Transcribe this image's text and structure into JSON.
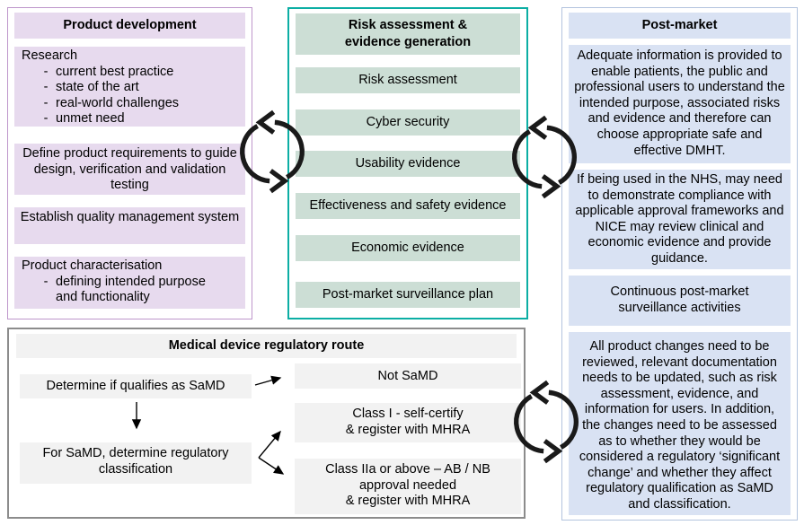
{
  "colors": {
    "product_border": "#BE96CB",
    "product_fill": "#E7DAEE",
    "risk_border": "#0CAEA4",
    "risk_fill": "#CCDED5",
    "post_border": "#B3C4DE",
    "post_fill": "#D9E2F3",
    "route_border": "#8C8C8C",
    "route_fill": "#F2F2F2",
    "ink": "#000000"
  },
  "glyphs": {
    "bullet_dash": "-"
  },
  "product_development": {
    "title": "Product development",
    "research": {
      "lead": "Research",
      "bullets": [
        "current best practice",
        "state of the art",
        "real-world challenges",
        "unmet need"
      ]
    },
    "boxes": [
      "Define product requirements to guide design, verification and validation testing",
      "Establish quality management system"
    ],
    "characterisation": {
      "lead": "Product characterisation",
      "bullets": [
        "defining intended purpose and functionality"
      ]
    }
  },
  "risk_assessment": {
    "title": [
      "Risk assessment &",
      "evidence generation"
    ],
    "boxes": [
      "Risk assessment",
      "Cyber security",
      "Usability evidence",
      "Effectiveness and safety evidence",
      "Economic evidence",
      "Post-market surveillance plan"
    ]
  },
  "post_market": {
    "title": "Post-market",
    "boxes": [
      "Adequate information is provided to enable patients, the public and professional users to understand the intended purpose, associated risks and evidence and therefore can choose appropriate safe and effective DMHT.",
      "If being used in the NHS, may need to demonstrate compliance with applicable approval frameworks and NICE may review clinical and economic evidence and provide guidance.",
      "Continuous post-market surveillance activities",
      "All product changes need to be reviewed, relevant documentation needs to be updated, such as risk assessment, evidence, and information for users. In addition, the changes need to be assessed as to whether they would be considered a regulatory ‘significant change’ and whether they affect regulatory qualification as SaMD and classification."
    ]
  },
  "regulatory_route": {
    "title": "Medical device regulatory route",
    "determine_samd": "Determine if qualifies as SaMD",
    "for_samd": "For SaMD, determine regulatory classification",
    "not_samd": "Not SaMD",
    "class_1": [
      "Class I - self-certify",
      "& register with MHRA"
    ],
    "class_2a": [
      "Class IIa or above – AB / NB",
      "approval needed",
      "& register with MHRA"
    ]
  },
  "icons": {
    "cycle": "cycle-arrows",
    "flow": "flow-arrow"
  }
}
